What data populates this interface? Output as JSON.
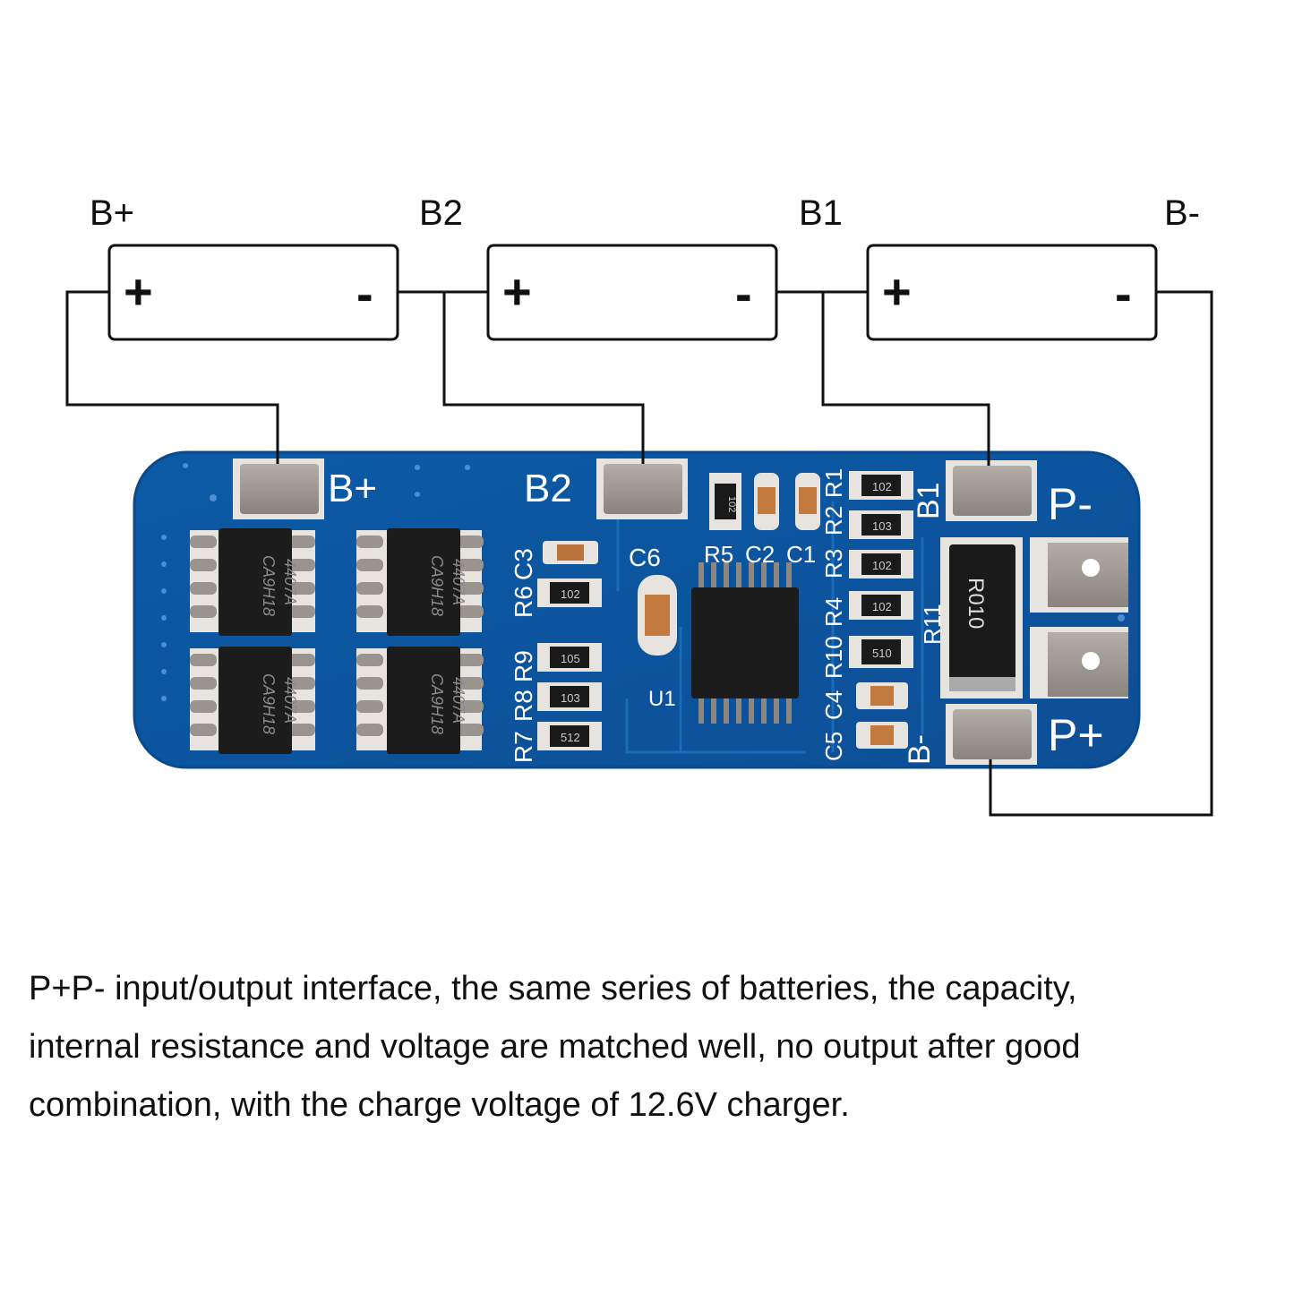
{
  "terminals": {
    "b_plus": "B+",
    "b2": "B2",
    "b1": "B1",
    "b_minus": "B-"
  },
  "cells": [
    {
      "pos": "+",
      "neg": "-"
    },
    {
      "pos": "+",
      "neg": "-"
    },
    {
      "pos": "+",
      "neg": "-"
    }
  ],
  "board": {
    "pad_labels": {
      "b_plus": "B+",
      "b2": "B2",
      "b1": "B1",
      "p_minus": "P-",
      "p_plus": "P+",
      "b_minus": "B-"
    },
    "mosfet_marking_1": "4407A",
    "mosfet_marking_2": "CA9H18",
    "shunt": "R010",
    "ic": "U1",
    "components": {
      "c6": "C6",
      "c3": "C3",
      "r6": "R6",
      "r9": "R9",
      "r8": "R8",
      "r7": "R7",
      "r5": "R5",
      "c2": "C2",
      "c1": "C1",
      "r2": "R2",
      "r1": "R1",
      "r3": "R3",
      "r4": "R4",
      "r10": "R10",
      "c4": "C4",
      "c5": "C5",
      "r11": "R11"
    },
    "resistor_codes": {
      "r6": "102",
      "r9": "105",
      "r8": "103",
      "r7": "512",
      "r5": "102",
      "r1": "102",
      "r2": "103",
      "r3": "102",
      "r4": "102",
      "r10": "510"
    },
    "colors": {
      "pcb": "#0f5da8",
      "pcb_edge": "#0a4a8c",
      "pad": "#9a948f",
      "wire": "#111111"
    }
  },
  "caption": {
    "line1": "P+P- input/output interface, the same series of batteries, the capacity,",
    "line2": "internal resistance and voltage are matched well, no output after good",
    "line3": "combination, with the charge voltage of 12.6V charger."
  }
}
